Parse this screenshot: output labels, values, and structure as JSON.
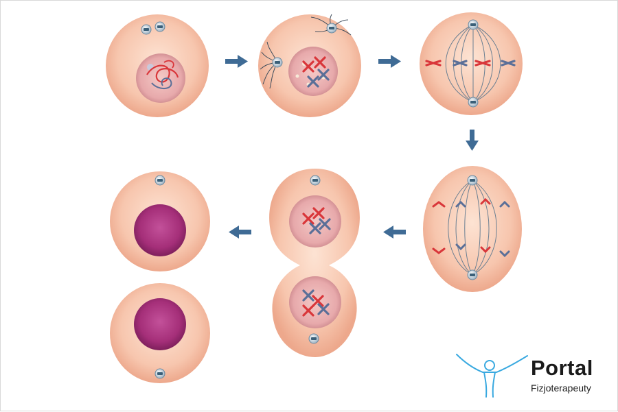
{
  "stages": [
    {
      "id": "interphase",
      "icon": "cell-with-nucleus-and-loose-chromatin"
    },
    {
      "id": "prophase",
      "icon": "cell-with-condensing-chromosomes-and-asters"
    },
    {
      "id": "metaphase",
      "icon": "cell-with-chromosomes-aligned-on-spindle"
    },
    {
      "id": "anaphase",
      "icon": "elongated-cell-with-separating-chromatids"
    },
    {
      "id": "telophase",
      "icon": "dividing-cell-with-two-nuclei"
    },
    {
      "id": "daughter-cells",
      "icon": "two-daughter-cells"
    }
  ],
  "arrows": [
    "right",
    "right",
    "down",
    "left",
    "left"
  ],
  "colors": {
    "cell": "#f8c9b2",
    "cell_edge": "#eba78c",
    "nucleus": "#e6a3a8",
    "chromatin_dense": "#a8317a",
    "chromosome_red": "#d9363a",
    "chromosome_blue": "#5a6f98",
    "arrow": "#3f6b95",
    "logo_figure": "#39a9e0"
  },
  "logo": {
    "title": "Portal",
    "subtitle": "Fizjoterapeuty"
  }
}
